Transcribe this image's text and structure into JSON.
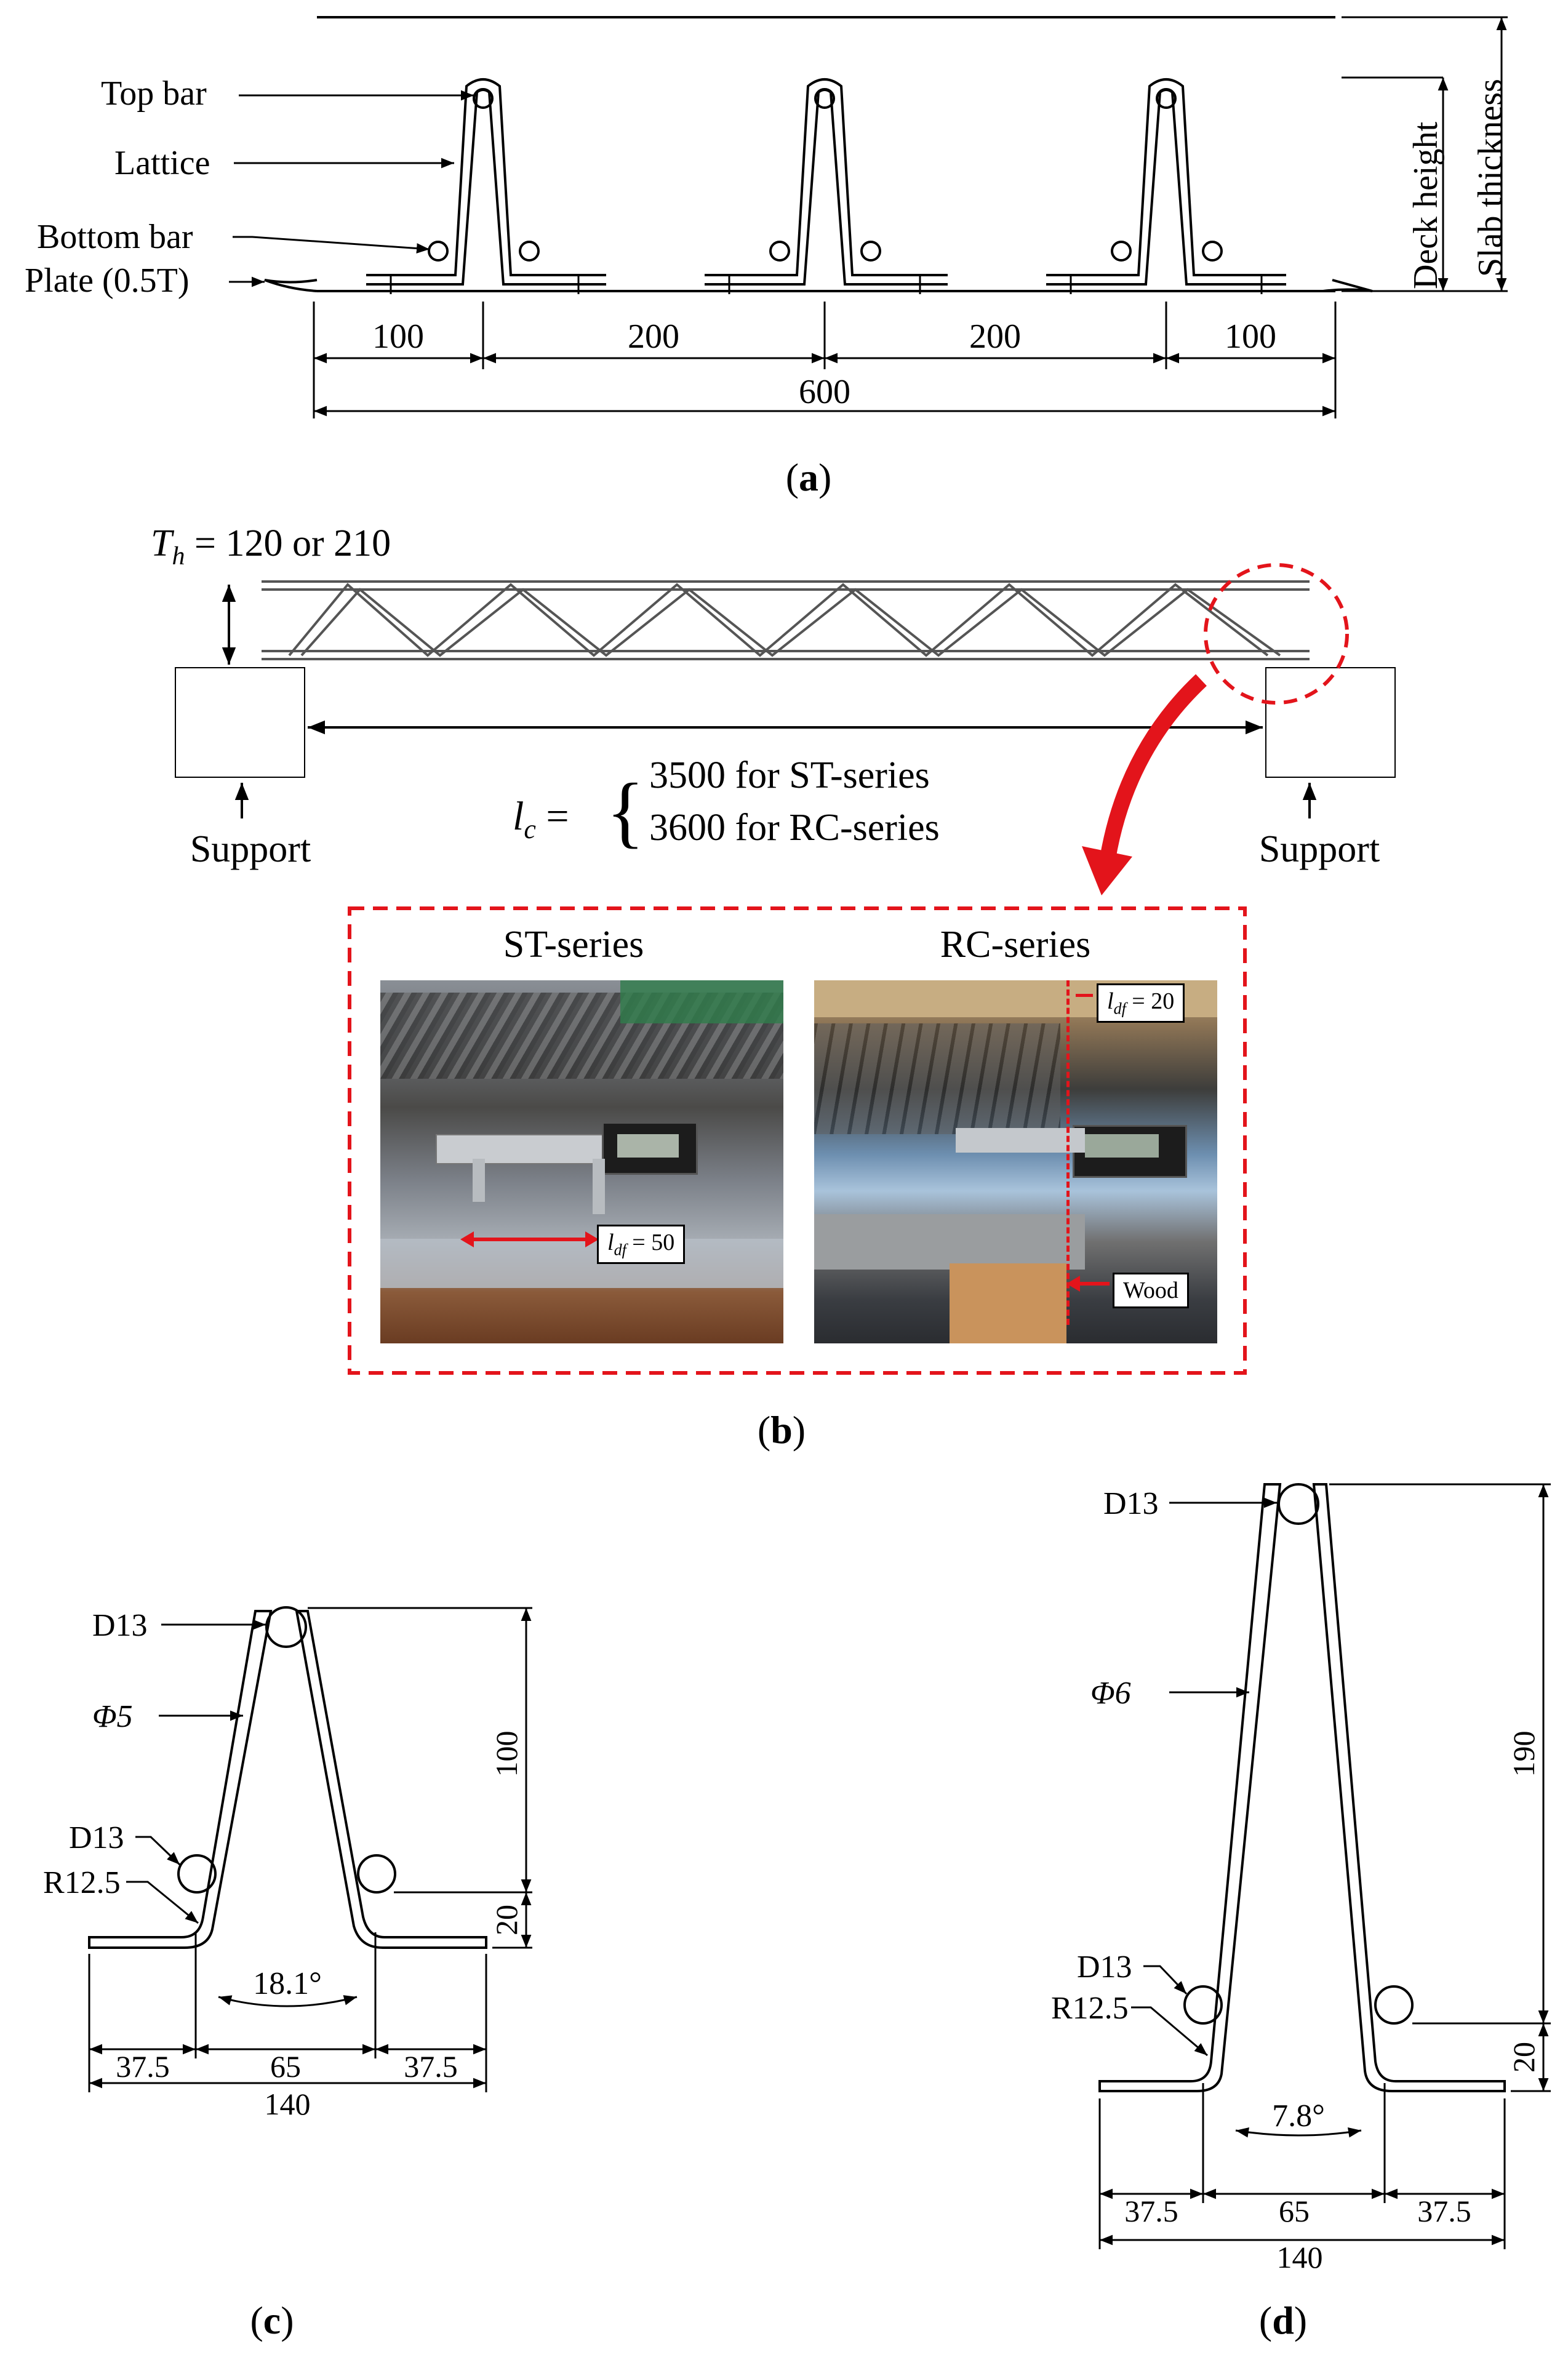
{
  "panel_a": {
    "label_top_bar": "Top bar",
    "label_lattice": "Lattice",
    "label_bottom_bar": "Bottom bar",
    "label_plate": "Plate (0.5T)",
    "label_deck_height": "Deck height",
    "label_slab_thickness": "Slab thickness",
    "dims": [
      "100",
      "200",
      "200",
      "100"
    ],
    "dim_total": "600",
    "caption_open": "(",
    "caption_letter": "a",
    "caption_close": ")"
  },
  "panel_b": {
    "th_symbol": "T",
    "th_sub": "h",
    "th_text": " = 120 or 210",
    "lc_symbol": "l",
    "lc_sub": "c",
    "lc_eq": " =",
    "lc_line1": "3500 for ST-series",
    "lc_line2": "3600 for RC-series",
    "support_left": "Support",
    "support_right": "Support",
    "photo_st_title": "ST-series",
    "photo_rc_title": "RC-series",
    "ldf_st_sym": "l",
    "ldf_st_sub": "df",
    "ldf_st_val": " = 50",
    "ldf_rc_sym": "l",
    "ldf_rc_sub": "df",
    "ldf_rc_val": " = 20",
    "wood_label": "Wood",
    "caption_open": "(",
    "caption_letter": "b",
    "caption_close": ")"
  },
  "panel_c": {
    "top_bar": "D13",
    "lattice": "Φ5",
    "bottom_bar": "D13",
    "radius": "R12.5",
    "height": "100",
    "base": "20",
    "angle": "18.1°",
    "dims": [
      "37.5",
      "65",
      "37.5"
    ],
    "dim_total": "140",
    "caption_open": "(",
    "caption_letter": "c",
    "caption_close": ")"
  },
  "panel_d": {
    "top_bar": "D13",
    "lattice": "Φ6",
    "bottom_bar": "D13",
    "radius": "R12.5",
    "height": "190",
    "base": "20",
    "angle": "7.8°",
    "dims": [
      "37.5",
      "65",
      "37.5"
    ],
    "dim_total": "140",
    "caption_open": "(",
    "caption_letter": "d",
    "caption_close": ")"
  },
  "colors": {
    "accent_red": "#e3141b",
    "line": "#000000"
  }
}
